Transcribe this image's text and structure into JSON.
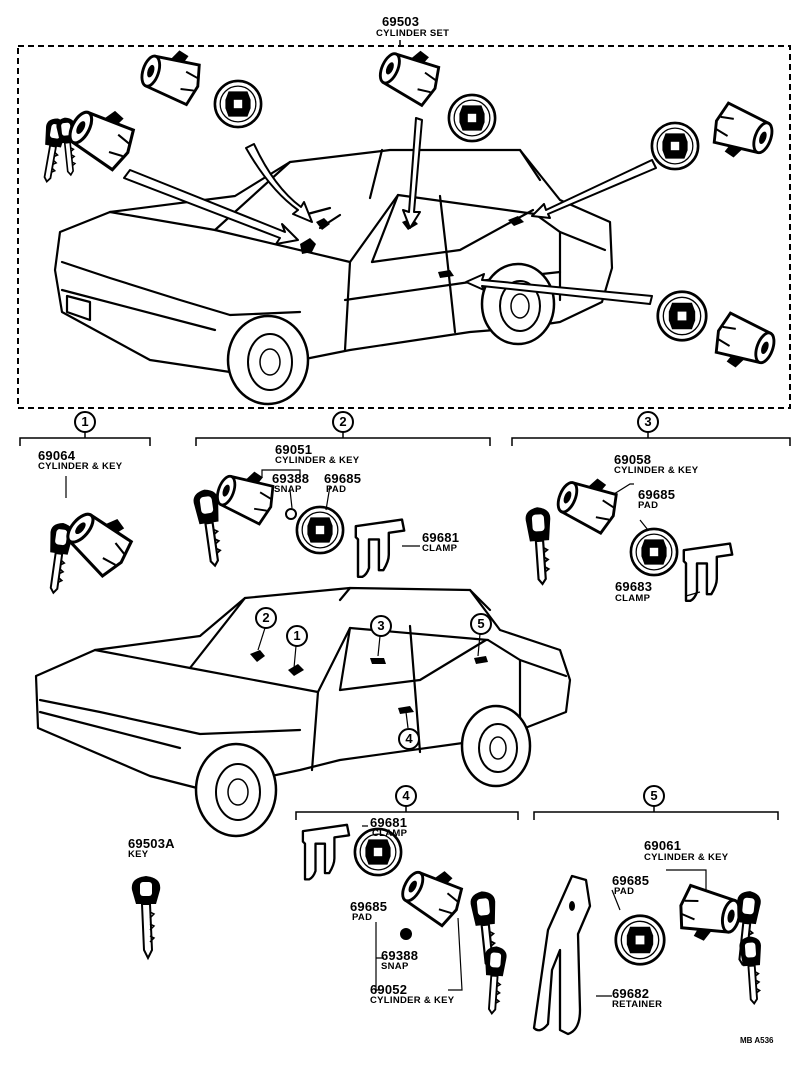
{
  "title": {
    "part": "69503",
    "name": "CYLINDER SET"
  },
  "groups": [
    {
      "index": "1",
      "parts": [
        {
          "part": "69064",
          "name": "CYLINDER & KEY"
        }
      ]
    },
    {
      "index": "2",
      "parts": [
        {
          "part": "69051",
          "name": "CYLINDER & KEY"
        },
        {
          "part": "69388",
          "name": "SNAP"
        },
        {
          "part": "69685",
          "name": "PAD"
        },
        {
          "part": "69681",
          "name": "CLAMP"
        }
      ]
    },
    {
      "index": "3",
      "parts": [
        {
          "part": "69058",
          "name": "CYLINDER & KEY"
        },
        {
          "part": "69685",
          "name": "PAD"
        },
        {
          "part": "69683",
          "name": "CLAMP"
        }
      ]
    },
    {
      "index": "4",
      "parts": [
        {
          "part": "69681",
          "name": "CLAMP"
        },
        {
          "part": "69685",
          "name": "PAD"
        },
        {
          "part": "69388",
          "name": "SNAP"
        },
        {
          "part": "69052",
          "name": "CYLINDER & KEY"
        }
      ]
    },
    {
      "index": "5",
      "parts": [
        {
          "part": "69061",
          "name": "CYLINDER & KEY"
        },
        {
          "part": "69685",
          "name": "PAD"
        },
        {
          "part": "69682",
          "name": "RETAINER"
        }
      ]
    }
  ],
  "key": {
    "part": "69503A",
    "name": "KEY"
  },
  "car_callouts": [
    "2",
    "1",
    "3",
    "5",
    "4"
  ],
  "code": "MB A536"
}
